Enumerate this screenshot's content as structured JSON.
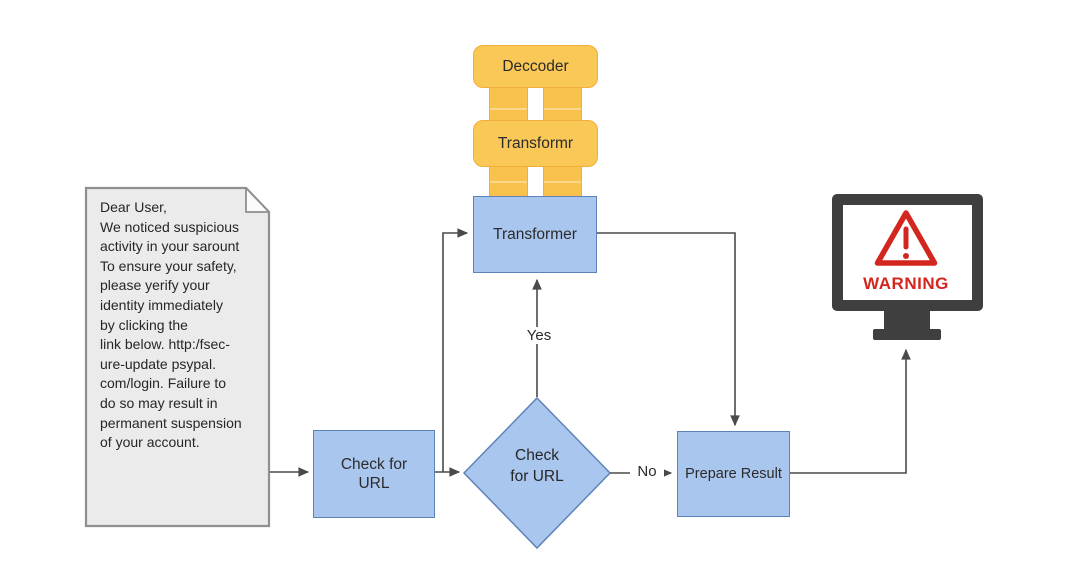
{
  "flowchart": {
    "document_note": {
      "text": "Dear User,\nWe noticed suspicious\nactivity in your sarount\nTo ensure your safety,\nplease yerify your\nidentity immediately\nby clicking the\nlink below. http:/fsec-\nure-update psypal.\ncom/login. Failure to\ndo so may result in\npermanent suspension\nof your account."
    },
    "stack": {
      "decoder_label": "Deccoder",
      "transformr_label": "Transformr",
      "transformer_label": "Transformer"
    },
    "steps": {
      "check_url_box": "Check for\nURL",
      "check_url_decision": "Check\nfor URL",
      "prepare_result": "Prepare Result"
    },
    "edge_labels": {
      "yes": "Yes",
      "no": "No"
    },
    "alert": {
      "warning_text": "WARNING"
    },
    "icons": {
      "monitor": "monitor-icon",
      "warning": "warning-triangle-icon",
      "document": "document-sheet-icon"
    },
    "colors": {
      "box_blue_fill": "#a9c6ee",
      "box_blue_border": "#5f83b8",
      "yellow_fill": "#f9c857",
      "yellow_border": "#f0ae3c",
      "connector": "#4a4a4a",
      "monitor_body": "#3f3f3f",
      "warning_red": "#d3261f",
      "document_fill": "#ebebeb",
      "document_border": "#8f8f8f"
    }
  }
}
